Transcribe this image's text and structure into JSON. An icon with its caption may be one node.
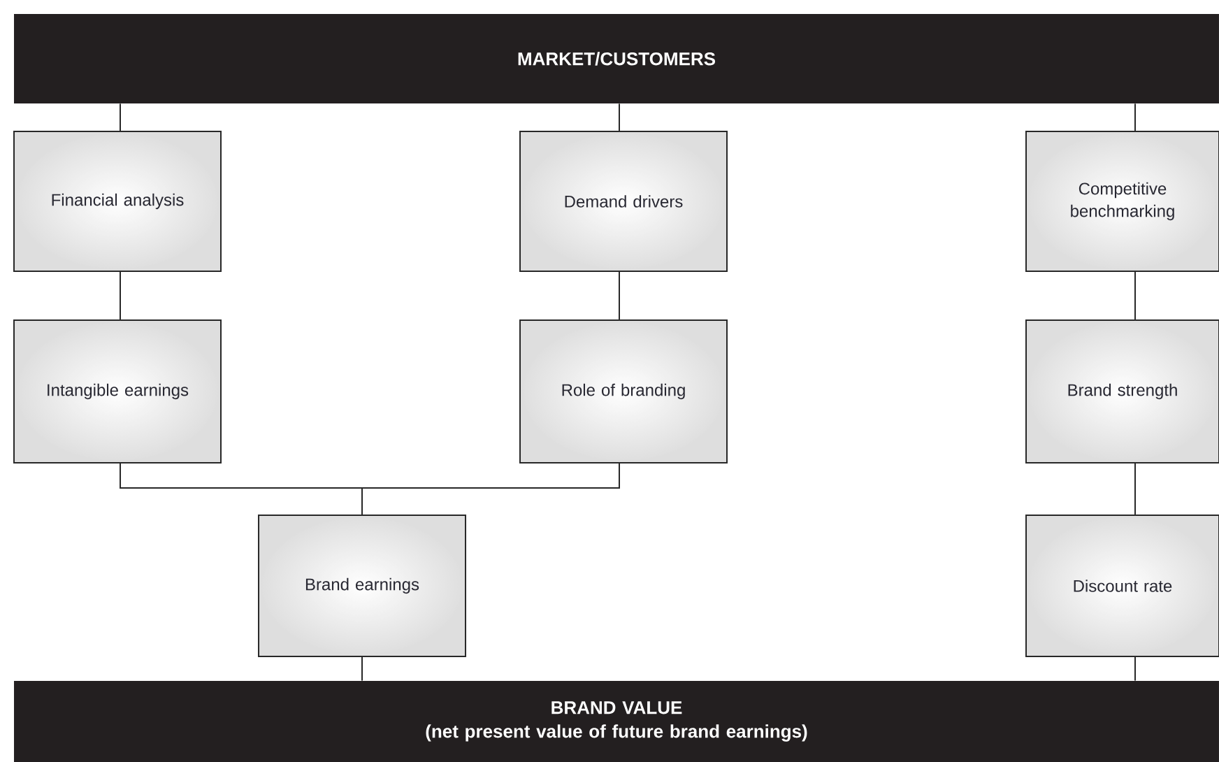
{
  "diagram": {
    "nodes": [
      {
        "text": [
          "MARKET/CUSTOMERS"
        ]
      },
      {
        "text": [
          "Financial analysis"
        ]
      },
      {
        "text": [
          "Demand drivers"
        ]
      },
      {
        "text": [
          "Competitive benchmarking"
        ]
      },
      {
        "text": [
          "Intangible earnings"
        ]
      },
      {
        "text": [
          "Role of branding"
        ]
      },
      {
        "text": [
          "Brand strength"
        ]
      },
      {
        "text": [
          "Brand earnings"
        ]
      },
      {
        "text": [
          "Discount rate"
        ]
      },
      {
        "text": [
          "BRAND VALUE",
          "(net present value of future brand earnings)"
        ]
      }
    ],
    "edges": [
      {
        "from": 0,
        "to": 1,
        "arrow": "none"
      },
      {
        "from": 0,
        "to": 2,
        "arrow": "none"
      },
      {
        "from": 0,
        "to": 3,
        "arrow": "none"
      },
      {
        "from": 1,
        "to": 4,
        "arrow": "none"
      },
      {
        "from": 2,
        "to": 5,
        "arrow": "none"
      },
      {
        "from": 3,
        "to": 6,
        "arrow": "none"
      },
      {
        "from": 4,
        "to": 7,
        "arrow": "none"
      },
      {
        "from": 5,
        "to": 7,
        "arrow": "none"
      },
      {
        "from": 6,
        "to": 8,
        "arrow": "none"
      },
      {
        "from": 7,
        "to": 9,
        "arrow": "none"
      },
      {
        "from": 8,
        "to": 9,
        "arrow": "none"
      }
    ]
  }
}
